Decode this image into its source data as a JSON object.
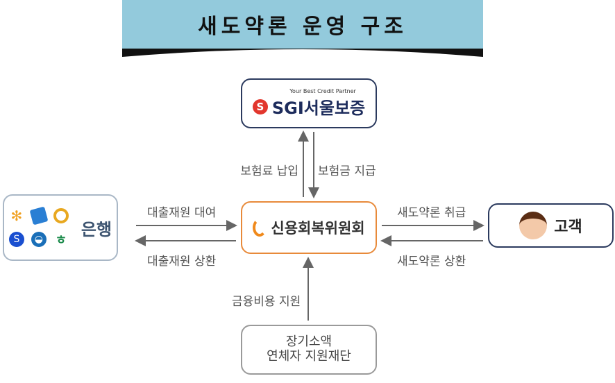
{
  "title": "새도약론 운영 구조",
  "nodes": {
    "sgi": {
      "tagline": "Your Best Credit Partner",
      "name": "SGI서울보증"
    },
    "center": {
      "name": "신용회복위원회"
    },
    "bank": {
      "name": "은행"
    },
    "customer": {
      "name": "고객"
    },
    "fund": {
      "line1": "장기소액",
      "line2": "연체자 지원재단"
    }
  },
  "flows": {
    "premium": "보험료 납입",
    "claim": "보험금 지급",
    "loan_lend": "대출재원 대여",
    "loan_repay": "대출재원 상환",
    "product_issue": "새도약론 취급",
    "product_repay": "새도약론 상환",
    "cost_support": "금융비용 지원"
  },
  "colors": {
    "banner": "#93cadc",
    "center_border": "#e88a3a",
    "navy": "#2b3a5e"
  }
}
